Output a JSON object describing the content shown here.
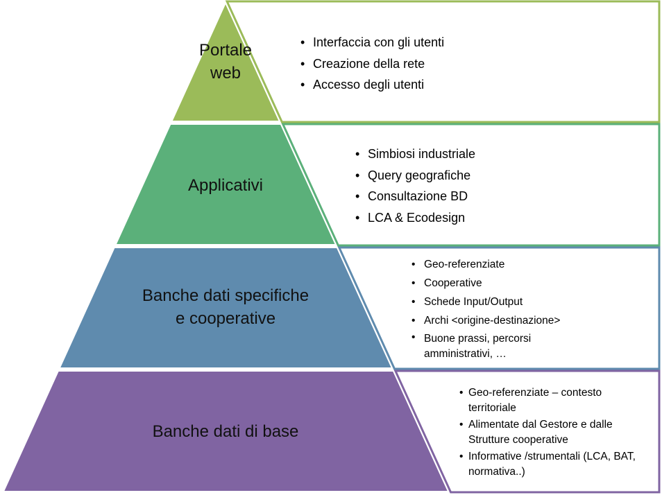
{
  "diagram": {
    "title": "Pyramid architecture",
    "layers": [
      {
        "id": "portale-web",
        "label_lines": [
          "Portale",
          "web"
        ],
        "color": "#9BBB59",
        "bullets": [
          "Interfaccia con gli utenti",
          "Creazione della rete",
          "Accesso degli utenti"
        ]
      },
      {
        "id": "applicativi",
        "label_lines": [
          "Applicativi"
        ],
        "color": "#5BB07A",
        "bullets": [
          "Simbiosi industriale",
          "Query geografiche",
          "Consultazione BD",
          "LCA & Ecodesign"
        ]
      },
      {
        "id": "banche-dati-specifiche",
        "label_lines": [
          "Banche dati specifiche",
          "e cooperative"
        ],
        "color": "#5F8BAE",
        "bullets": [
          "Geo-referenziate",
          "Cooperative",
          "Schede Input/Output",
          "Archi <origine-destinazione>",
          "Buone prassi, percorsi amministrativi, …"
        ]
      },
      {
        "id": "banche-dati-base",
        "label_lines": [
          "Banche dati di base"
        ],
        "color": "#8064A2",
        "bullets": [
          "Geo-referenziate – contesto territoriale",
          "Alimentate dal Gestore e dalle Strutture cooperative",
          "Informative /strumentali (LCA, BAT, normativa..)"
        ]
      }
    ]
  }
}
